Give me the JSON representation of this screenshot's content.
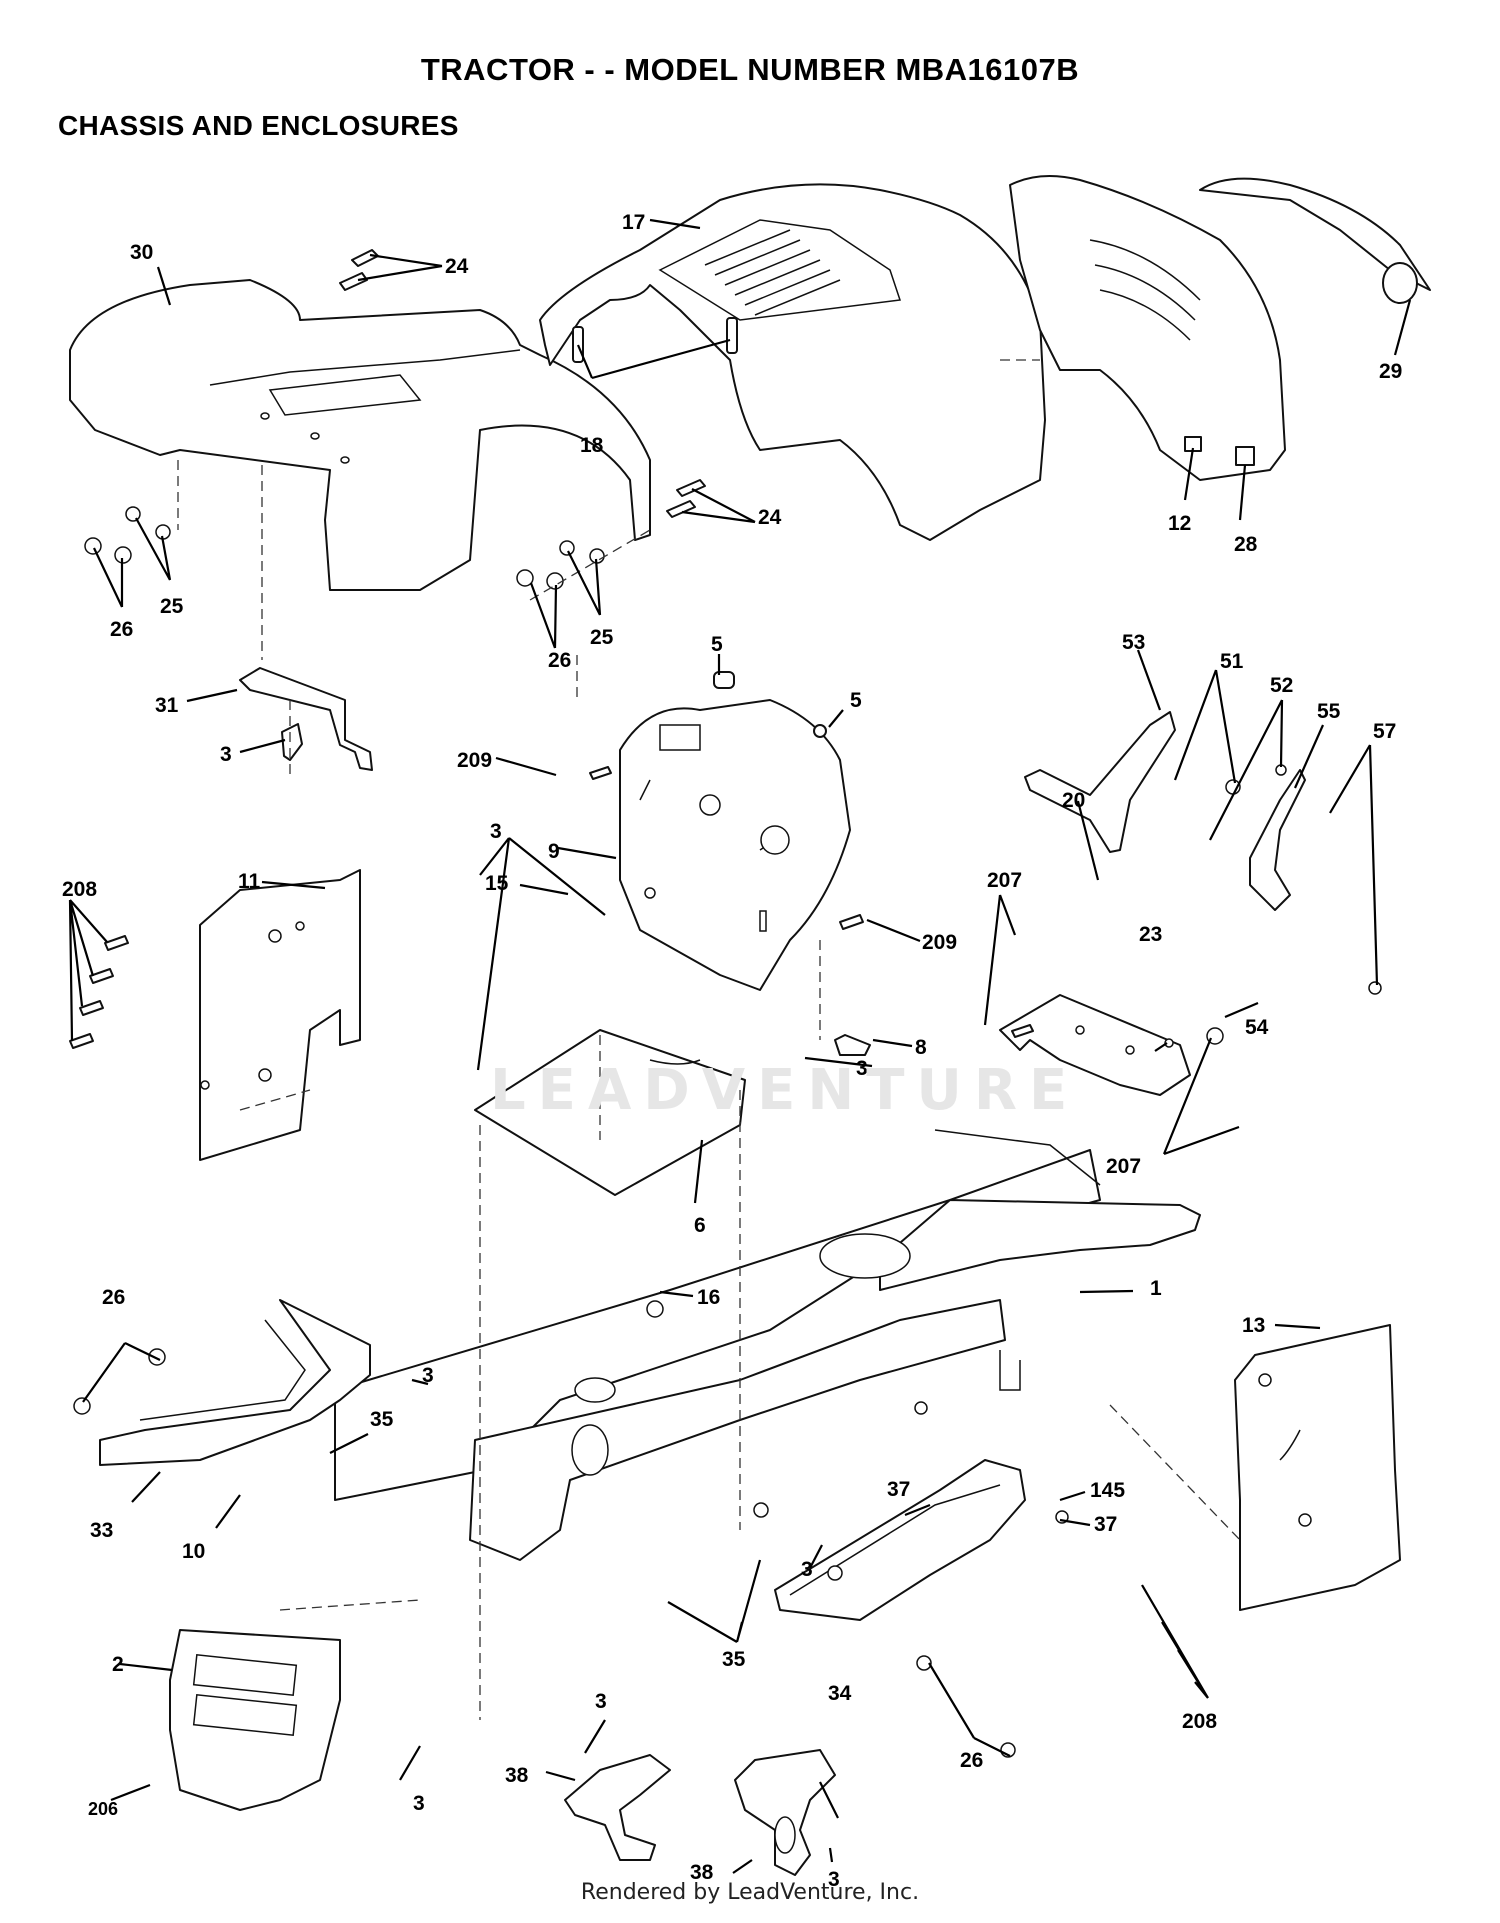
{
  "header": {
    "title": "TRACTOR - - MODEL NUMBER MBA16107B",
    "subtitle": "CHASSIS AND ENCLOSURES"
  },
  "watermark": "LEADVENTURE",
  "footer": "Rendered by LeadVenture, Inc.",
  "callouts": {
    "c30": "30",
    "c24a": "24",
    "c17": "17",
    "c18": "18",
    "c24b": "24",
    "c29": "29",
    "c12": "12",
    "c28": "28",
    "c26a": "26",
    "c25a": "25",
    "c26b": "26",
    "c25b": "25",
    "c5a": "5",
    "c5b": "5",
    "c31": "31",
    "c3a": "3",
    "c209a": "209",
    "c9": "9",
    "c53": "53",
    "c51": "51",
    "c52": "52",
    "c55": "55",
    "c57": "57",
    "c208a": "208",
    "c11": "11",
    "c15": "15",
    "c209b": "209",
    "c207a": "207",
    "c20": "20",
    "c23": "23",
    "c54": "54",
    "c3b": "3",
    "c8": "8",
    "c3c": "3",
    "c207b": "207",
    "c6": "6",
    "c1": "1",
    "c16": "16",
    "c26c": "26",
    "c3d": "3",
    "c13": "13",
    "c35a": "35",
    "c33": "33",
    "c10": "10",
    "c37a": "37",
    "c145": "145",
    "c37b": "37",
    "c3e": "3",
    "c35b": "35",
    "c34": "34",
    "c2": "2",
    "c26d": "26",
    "c208b": "208",
    "c3f": "3",
    "c38a": "38",
    "c206": "206",
    "c3g": "3",
    "c38b": "38",
    "c3h": "3"
  }
}
